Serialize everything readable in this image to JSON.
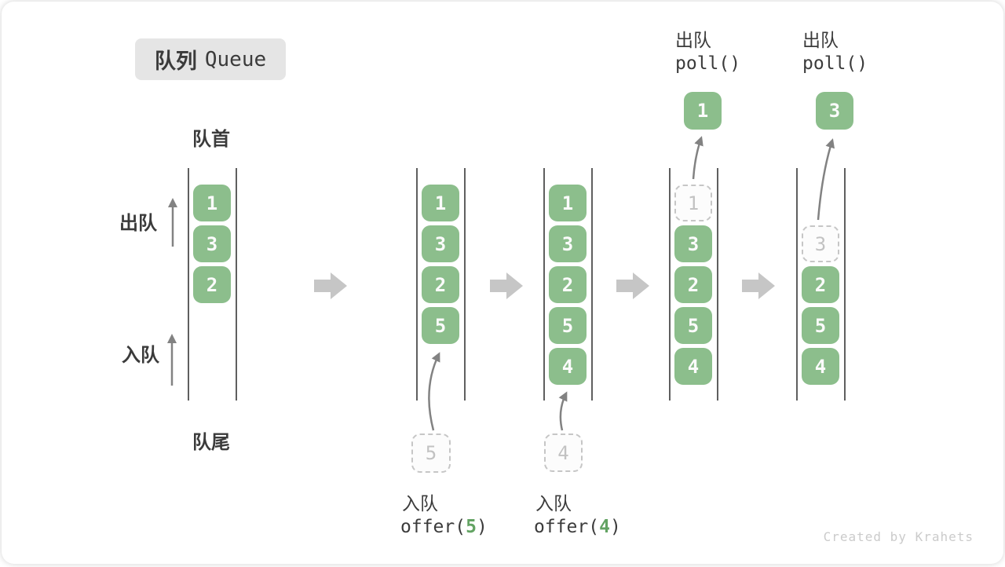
{
  "title": {
    "zh": "队列",
    "en": "Queue"
  },
  "labels": {
    "front": "队首",
    "rear": "队尾",
    "dequeue_side": "出队",
    "enqueue_side": "入队"
  },
  "states": [
    {
      "boxes": [
        "1",
        "3",
        "2"
      ]
    },
    {
      "boxes": [
        "1",
        "3",
        "2",
        "5"
      ],
      "incoming": "5"
    },
    {
      "boxes": [
        "1",
        "3",
        "2",
        "5",
        "4"
      ],
      "incoming": "4"
    },
    {
      "ghost": "1",
      "boxes": [
        "3",
        "2",
        "5",
        "4"
      ],
      "popped": "1"
    },
    {
      "ghost": "3",
      "boxes": [
        "2",
        "5",
        "4"
      ],
      "popped": "3"
    }
  ],
  "operations": {
    "offer5": {
      "label": "入队",
      "pre": "offer(",
      "arg": "5",
      "post": ")"
    },
    "offer4": {
      "label": "入队",
      "pre": "offer(",
      "arg": "4",
      "post": ")"
    },
    "poll1": {
      "label": "出队",
      "code": "poll()"
    },
    "poll2": {
      "label": "出队",
      "code": "poll()"
    }
  },
  "watermark": "Created by Krahets",
  "colors": {
    "box_green": "#8cbe8c",
    "code_arg_green": "#63a363",
    "ghost_gray": "#c6c6c6",
    "line_gray": "#5f5f5f",
    "arrow_gray": "#828282",
    "block_arrow_gray": "#c6c6c6",
    "badge_bg": "#e5e5e5",
    "text_dark": "#3b3b3b",
    "watermark_gray": "#cbcbcb"
  }
}
